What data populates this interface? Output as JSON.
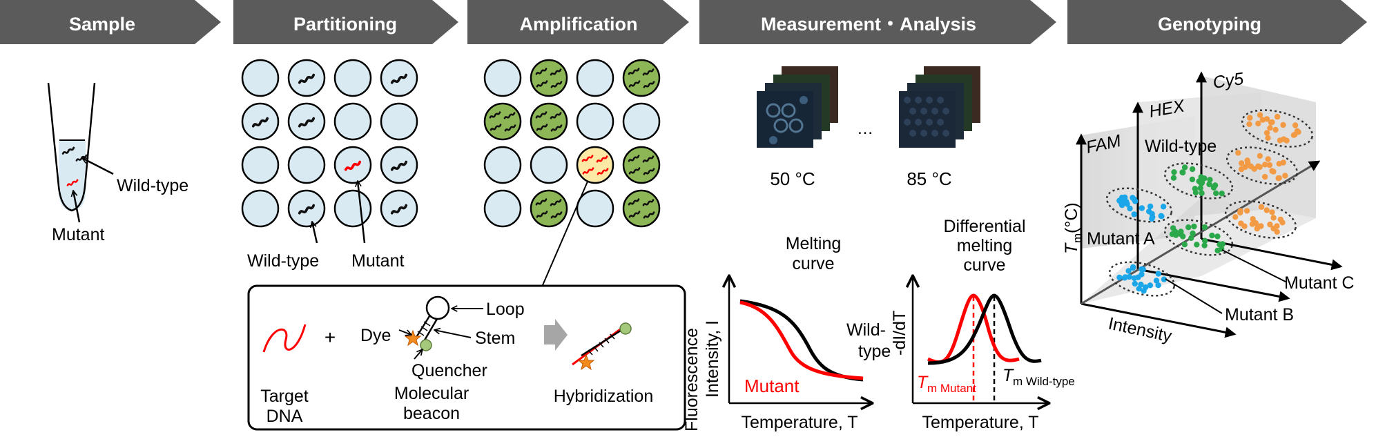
{
  "header": {
    "steps": [
      {
        "label": "Sample"
      },
      {
        "label": "Partitioning"
      },
      {
        "label": "Amplification"
      },
      {
        "label": "Measurement・Analysis"
      },
      {
        "label": "Genotyping"
      }
    ]
  },
  "sample": {
    "wild_type_label": "Wild-type",
    "mutant_label": "Mutant"
  },
  "partitioning": {
    "wild_type_label": "Wild-type",
    "mutant_label": "Mutant"
  },
  "beacon": {
    "dye_label": "Dye",
    "loop_label": "Loop",
    "stem_label": "Stem",
    "quencher_label": "Quencher",
    "plus_sign": "+",
    "target_line1": "Target",
    "target_line2": "DNA",
    "beacon_line1": "Molecular",
    "beacon_line2": "beacon",
    "hybridization_label": "Hybridization"
  },
  "measurement": {
    "image_label_low": "50 °C",
    "image_label_high": "85 °C",
    "ellipsis": "…",
    "melting_title_line1": "Melting",
    "melting_title_line2": "curve",
    "melting_ylabel_line1": "Fluorescence",
    "melting_ylabel_line2": "Intensity, I",
    "melting_xlabel": "Temperature, T",
    "melting_wild_line1": "Wild-",
    "melting_wild_line2": "type",
    "melting_mutant": "Mutant",
    "diff_title_line1": "Differential",
    "diff_title_line2": "melting",
    "diff_title_line3": "curve",
    "diff_ylabel": "-dI/dT",
    "diff_xlabel": "Temperature, T",
    "tm_symbol": "T",
    "tm_mutant_sub": "m Mutant",
    "tm_wild_sub": "m Wild-type"
  },
  "genotyping": {
    "axis_cy5": "Cy5",
    "axis_hex": "HEX",
    "axis_fam": "FAM",
    "axis_tm_symbol": "T",
    "axis_tm_sub": "m",
    "axis_tm_unit": " (°C)",
    "axis_intensity": "Intensity",
    "wild_type_label": "Wild-type",
    "mutant_a_label": "Mutant A",
    "mutant_b_label": "Mutant B",
    "mutant_c_label": "Mutant C"
  },
  "colors": {
    "banner": "#5b5b5b",
    "droplet": "#d9eaf3",
    "positive_droplet": "#8db657",
    "mutant_droplet": "#fde9a6",
    "mutant_red": "#ff0000",
    "wild_black": "#000000",
    "fam_blue": "#1aa6e8",
    "hex_green": "#2aa84a",
    "cy5_orange": "#f39a45"
  }
}
